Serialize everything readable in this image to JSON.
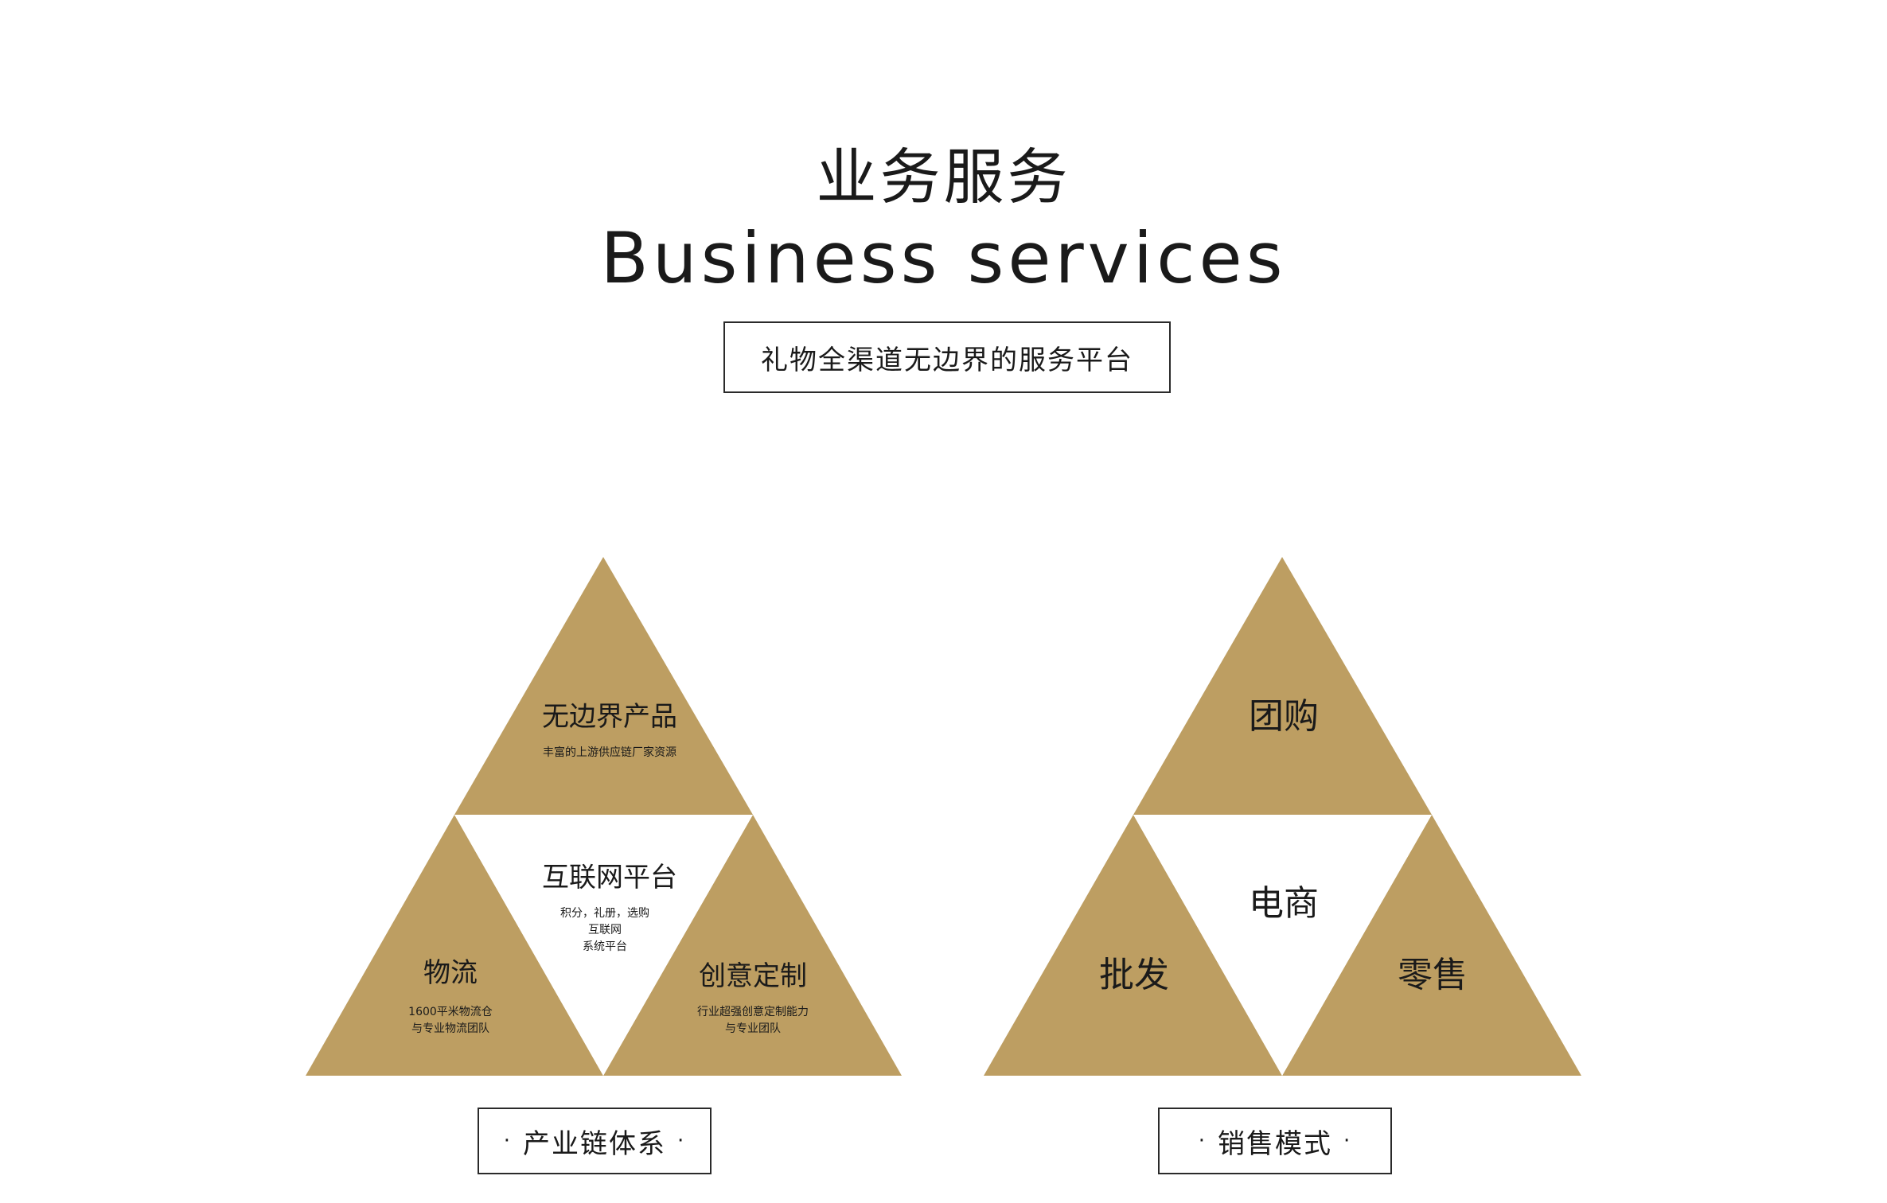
{
  "header": {
    "title_cn": "业务服务",
    "title_en": "Business services",
    "tagline": "礼物全渠道无边界的服务平台"
  },
  "colors": {
    "triangle_fill": "#bd9e62",
    "center_fill": "#ffffff",
    "text": "#1a1a1a",
    "border": "#2a2a2a"
  },
  "industry_chain": {
    "caption": "产业链体系",
    "caption_dot": "·",
    "top": {
      "title": "无边界产品",
      "desc": [
        "丰富的上游供应链厂家资源"
      ]
    },
    "center": {
      "title": "互联网平台",
      "desc": [
        "积分，礼册，选购",
        "互联网",
        "系统平台"
      ]
    },
    "left": {
      "title": "物流",
      "desc": [
        "1600平米物流仓",
        "与专业物流团队"
      ]
    },
    "right": {
      "title": "创意定制",
      "desc": [
        "行业超强创意定制能力",
        "与专业团队"
      ]
    }
  },
  "sales_model": {
    "caption": "销售模式",
    "caption_dot": "·",
    "top": {
      "title": "团购"
    },
    "center": {
      "title": "电商"
    },
    "left": {
      "title": "批发"
    },
    "right": {
      "title": "零售"
    }
  }
}
